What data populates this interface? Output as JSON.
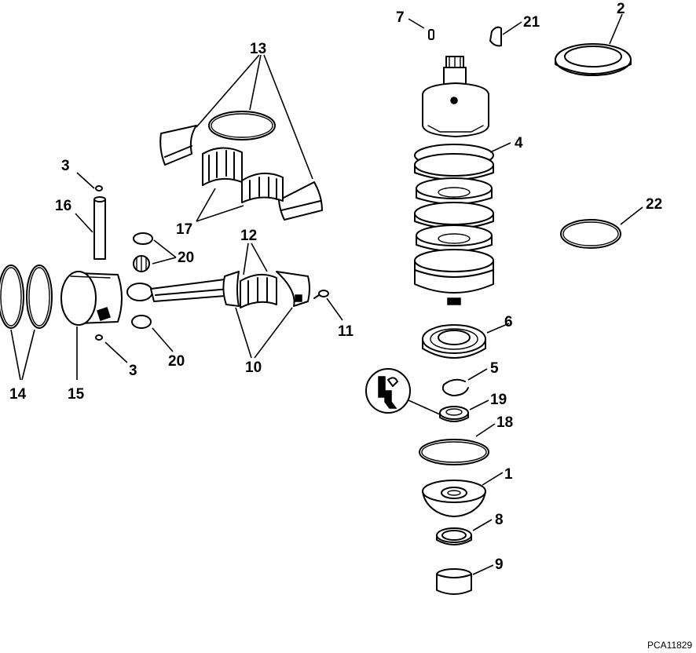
{
  "callouts": {
    "c1": "1",
    "c2": "2",
    "c3a": "3",
    "c3b": "3",
    "c4": "4",
    "c5": "5",
    "c6": "6",
    "c7": "7",
    "c8": "8",
    "c9": "9",
    "c10": "10",
    "c11": "11",
    "c12": "12",
    "c13": "13",
    "c14": "14",
    "c15": "15",
    "c16": "16",
    "c17": "17",
    "c18": "18",
    "c19": "19",
    "c20a": "20",
    "c20b": "20",
    "c21": "21",
    "c22": "22"
  },
  "drawing_code": "PCA11829"
}
